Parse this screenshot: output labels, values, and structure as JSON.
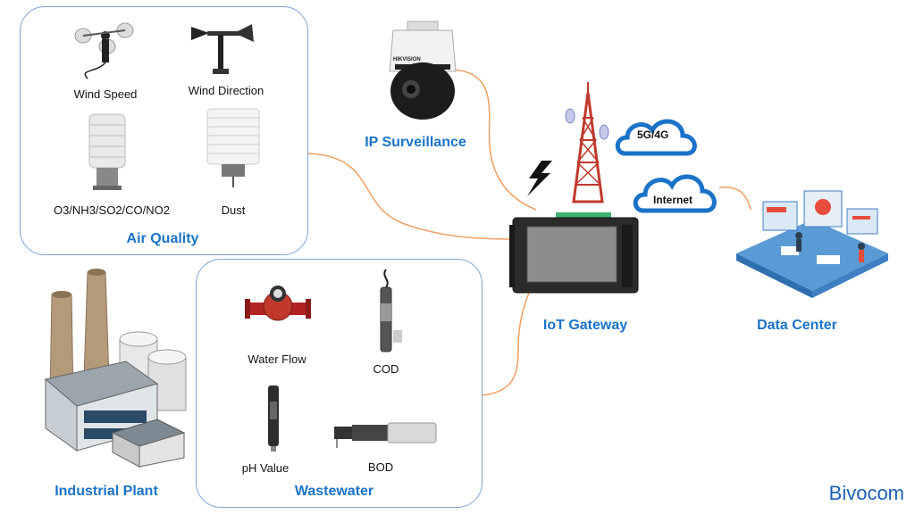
{
  "air_quality": {
    "title": "Air Quality",
    "items": [
      "Wind Speed",
      "Wind Direction",
      "O3/NH3/SO2/CO/NO2",
      "Dust"
    ]
  },
  "wastewater": {
    "title": "Wastewater",
    "items": [
      "Water Flow",
      "COD",
      "pH Value",
      "BOD"
    ]
  },
  "industrial_plant": {
    "title": "Industrial Plant"
  },
  "ip_surveillance": {
    "title": "IP Surveillance",
    "camera_brand": "HIKVISION"
  },
  "gateway": {
    "title": "IoT Gateway"
  },
  "network": {
    "cloud_1": "5G/4G",
    "cloud_2": "Internet"
  },
  "data_center": {
    "title": "Data Center"
  },
  "brand": "Bivocom",
  "colors": {
    "title_blue": "#1a73c8",
    "connector": "#f0a060",
    "panel_border": "#7aa6d8"
  }
}
